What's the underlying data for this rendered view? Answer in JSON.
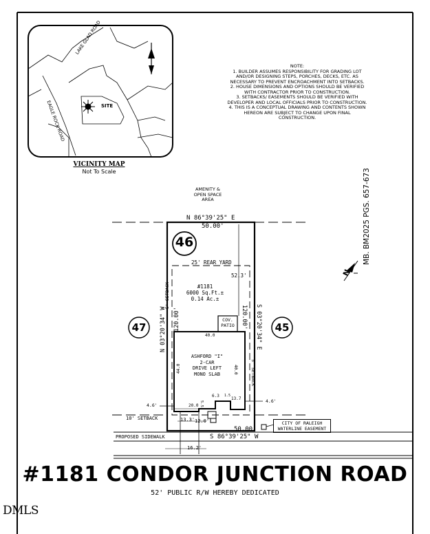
{
  "vicinity_map": {
    "road1": "LAKE GLAD ROAD",
    "road2": "EAGLE ROCK ROAD",
    "site": "SITE",
    "title": "VICINITY MAP",
    "scale": "Not To Scale"
  },
  "note": {
    "heading": "NOTE:",
    "lines": [
      "1. BUILDER ASSUMES RESPONSIBILITY FOR GRADING LOT",
      "AND/OR DESIGNING STEPS, PORCHES, DECKS, ETC. AS",
      "NECESSARY TO PREVENT ENCROACHMENT INTO SETBACKS.",
      "2. HOUSE DIMENSIONS AND OPTIONS SHOULD BE VERIFIED",
      "WITH CONTRACTOR PRIOR TO CONSTRUCTION.",
      "3. SETBACKS/ EASEMENTS SHOULD BE VERIFIED WITH",
      "DEVELOPER AND LOCAL OFFICIALS PRIOR TO CONSTRUCTION.",
      "4. THIS IS A CONCEPTUAL DRAWING AND CONTENTS SHOWN",
      "HEREON ARE SUBJECT TO CHANGE UPON FINAL",
      "CONSTRUCTION."
    ]
  },
  "book_ref": "MB. BM2025 PGS. 657-673",
  "amenity": [
    "AMENITY &",
    "OPEN SPACE",
    "AREA"
  ],
  "plot": {
    "north_bearing": "N 86°39'25\" E",
    "north_dist": "50.00'",
    "south_bearing": "S 86°39'25\" W",
    "south_dist": "50.00'",
    "west_bearing": "N 03°20'34\" W",
    "west_dist": "120.00'",
    "east_bearing": "S 03°20'34\" E",
    "east_dist": "120.00'",
    "lot_number": "46",
    "left_lot": "47",
    "right_lot": "45",
    "rear_yard": "25' REAR YARD",
    "dim_52": "52.3'",
    "lot_info": [
      "#1181",
      "6000 Sq.Ft.±",
      "0.14 Ac.±"
    ],
    "setback_left": "5' SETBACK",
    "setback_right": "5' SETBACK",
    "patio": [
      "COV.",
      "PATIO"
    ],
    "dim_40": "40.0",
    "house": [
      "ASHFORD \"I\"",
      "2-CAR",
      "DRIVE LEFT",
      "MONO SLAB"
    ],
    "dim_44": "44.0",
    "dim_40b": "40.0",
    "dim_63": "6.3",
    "dim_15": "1.5",
    "dim_137": "13.7",
    "dim_200": "20.0",
    "dim_55": "5.5",
    "dim_46l": "4.6'",
    "dim_46r": "4.6'",
    "front_setback": "10' SETBACK",
    "dim_133": "13.3'",
    "dim_120": "12.0'",
    "easement": [
      "CITY OF RALEIGH",
      "WATERLINE EASEMENT"
    ],
    "sidewalk": "PROPOSED SIDEWALK",
    "dim_162": "16.2'"
  },
  "address": "#1181 CONDOR JUNCTION ROAD",
  "dedication": "52' PUBLIC R/W HEREBY DEDICATED",
  "watermark": "DMLS"
}
